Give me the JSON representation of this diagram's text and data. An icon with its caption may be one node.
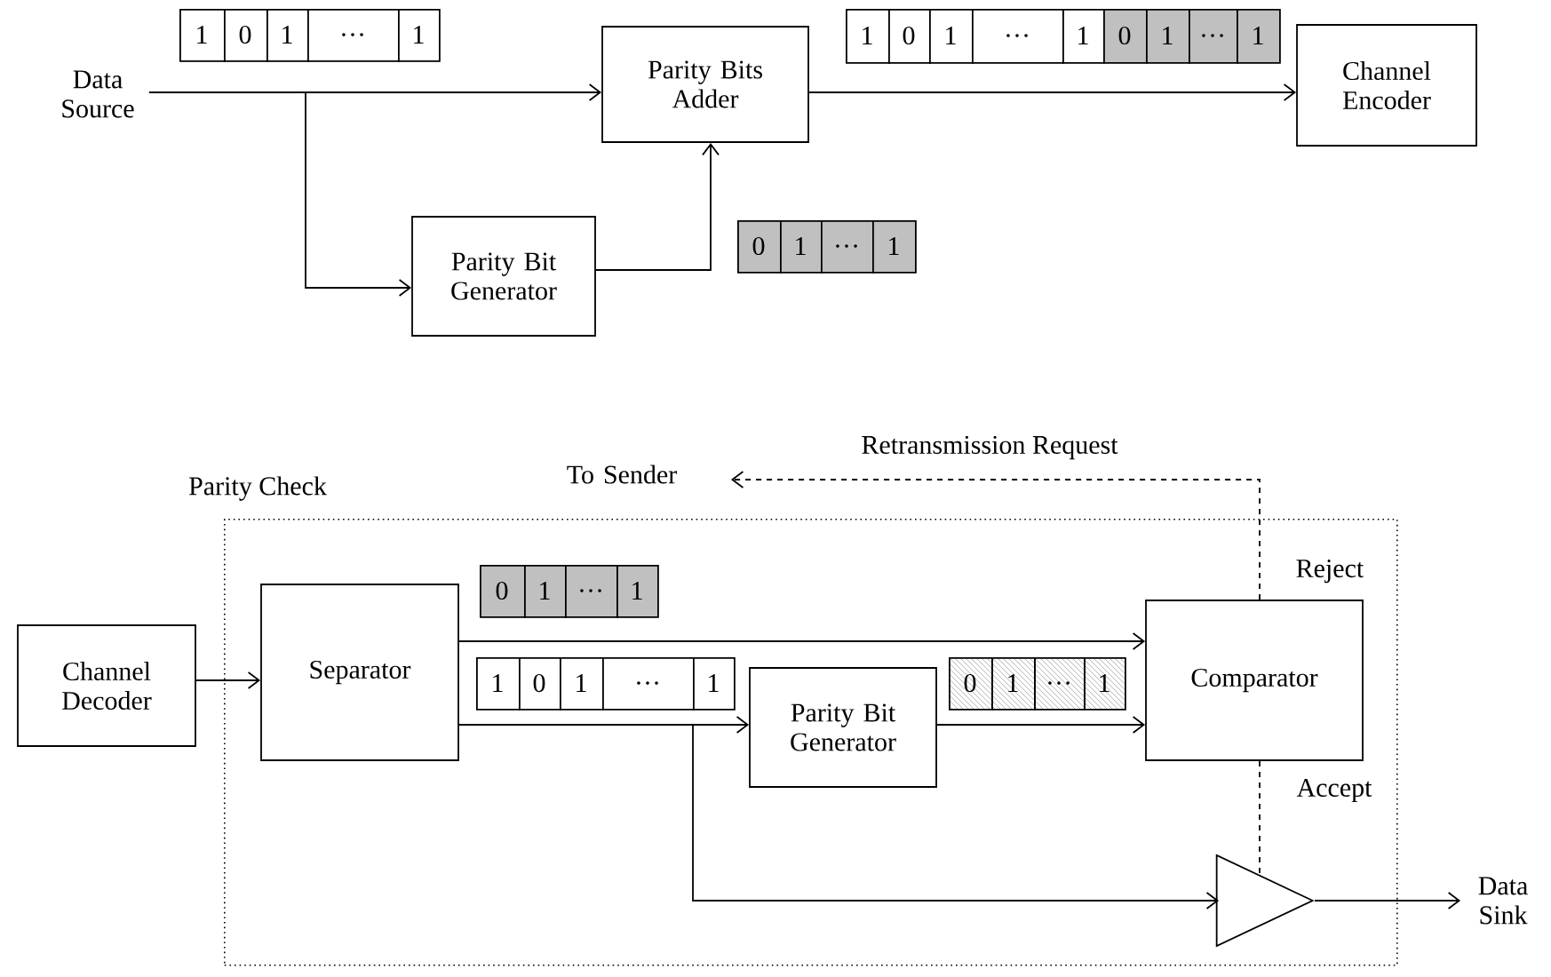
{
  "diagram": {
    "nodes": [
      {
        "text": [
          "1",
          "0",
          "1",
          "…",
          "1"
        ]
      },
      {
        "text": [
          "1",
          "0",
          "1",
          "…",
          "1",
          "0",
          "1",
          "…",
          "1"
        ]
      },
      {
        "text": [
          "Data Source"
        ]
      },
      {
        "text": [
          "Parity Bits Adder"
        ]
      },
      {
        "text": [
          "Channel Encoder"
        ]
      },
      {
        "text": [
          "0",
          "1",
          "…",
          "1"
        ]
      },
      {
        "text": [
          "Parity Bit Generator"
        ]
      },
      {
        "text": [
          "To Sender"
        ]
      },
      {
        "text": [
          "Parity Check"
        ]
      },
      {
        "text": [
          "0",
          "1",
          "…",
          "1"
        ],
        "in": 8
      },
      {
        "text": [
          "Channel Decoder"
        ]
      },
      {
        "text": [
          "Separator"
        ],
        "in": 8
      },
      {
        "text": [
          "1",
          "0",
          "1",
          "…",
          "1"
        ],
        "in": 8
      },
      {
        "text": [
          "Parity Bit Generator"
        ],
        "in": 8
      },
      {
        "text": [
          "0",
          "1",
          "…",
          "1"
        ],
        "in": 8
      },
      {
        "text": [
          "Comparator"
        ],
        "in": 8,
        "beside": [
          "Reject"
        ]
      },
      {
        "text": [],
        "shape": "triangle",
        "in": 8
      },
      {
        "text": [
          "Data Sink"
        ]
      }
    ],
    "edges": [
      {
        "from": 2,
        "to": 3,
        "arrow": "to"
      },
      {
        "from": 2,
        "to": 6,
        "arrow": "to"
      },
      {
        "from": 6,
        "to": 3,
        "arrow": "to"
      },
      {
        "from": 3,
        "to": 4,
        "arrow": "to"
      },
      {
        "from": 10,
        "to": 11,
        "arrow": "to"
      },
      {
        "from": 11,
        "to": 15,
        "arrow": "to"
      },
      {
        "from": 11,
        "to": 13,
        "arrow": "to"
      },
      {
        "from": 11,
        "to": 16,
        "arrow": "to"
      },
      {
        "from": 13,
        "to": 15,
        "arrow": "to"
      },
      {
        "from": 15,
        "to": 7,
        "arrow": "to",
        "style": "dashed",
        "label": "Retransmission Request"
      },
      {
        "from": 15,
        "to": 16,
        "arrow": "none",
        "style": "dashed",
        "label": "Accept"
      },
      {
        "from": 16,
        "to": 17,
        "arrow": "to"
      }
    ]
  }
}
